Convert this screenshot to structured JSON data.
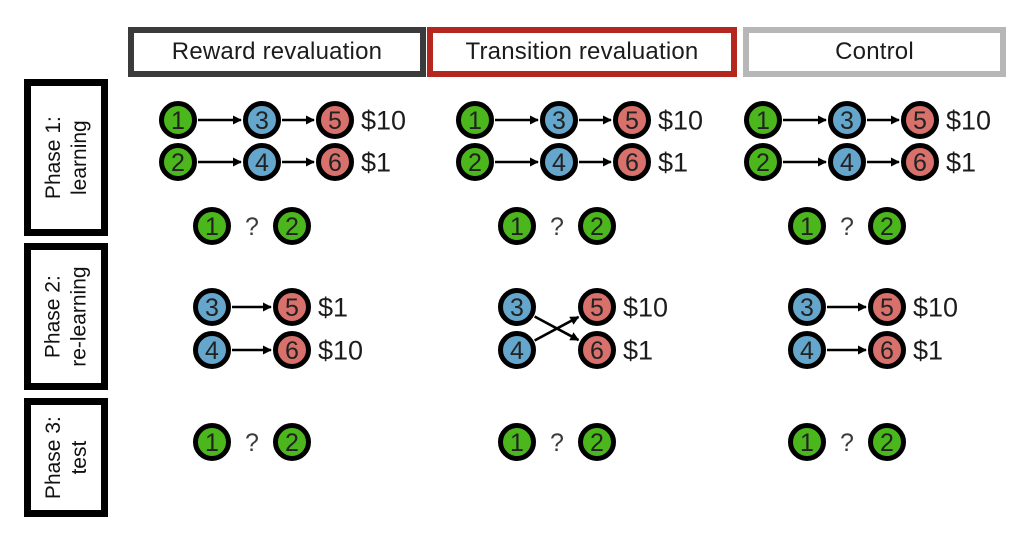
{
  "colors": {
    "green": "#4bb71d",
    "blue": "#64a6cc",
    "red": "#d8706c",
    "node_outline": "#000000",
    "arrow": "#000000",
    "text": "#1c1c1c",
    "header_dark": "#3b3b3b",
    "header_red": "#b3271e",
    "header_gray": "#b7b7b7"
  },
  "rows": [
    {
      "label_line1": "Phase 1:",
      "label_line2": "learning"
    },
    {
      "label_line1": "Phase 2:",
      "label_line2": "re-learning"
    },
    {
      "label_line1": "Phase 3:",
      "label_line2": "test"
    }
  ],
  "columns": [
    {
      "label": "Reward revaluation",
      "border_color": "#3b3b3b",
      "phase1": {
        "chains": [
          {
            "nodes": [
              {
                "id": "1",
                "color": "green"
              },
              {
                "id": "3",
                "color": "blue"
              },
              {
                "id": "5",
                "color": "red"
              }
            ],
            "reward": "$10"
          },
          {
            "nodes": [
              {
                "id": "2",
                "color": "green"
              },
              {
                "id": "4",
                "color": "blue"
              },
              {
                "id": "6",
                "color": "red"
              }
            ],
            "reward": "$1"
          }
        ],
        "question": {
          "left": {
            "id": "1",
            "color": "green"
          },
          "mark": "?",
          "right": {
            "id": "2",
            "color": "green"
          }
        }
      },
      "phase2": {
        "left_nodes": [
          {
            "id": "3",
            "color": "blue"
          },
          {
            "id": "4",
            "color": "blue"
          }
        ],
        "right_nodes": [
          {
            "id": "5",
            "color": "red",
            "reward": "$1"
          },
          {
            "id": "6",
            "color": "red",
            "reward": "$10"
          }
        ],
        "edges": [
          [
            "3",
            "5"
          ],
          [
            "4",
            "6"
          ]
        ]
      },
      "phase3": {
        "question": {
          "left": {
            "id": "1",
            "color": "green"
          },
          "mark": "?",
          "right": {
            "id": "2",
            "color": "green"
          }
        }
      }
    },
    {
      "label": "Transition revaluation",
      "border_color": "#b3271e",
      "phase1": {
        "chains": [
          {
            "nodes": [
              {
                "id": "1",
                "color": "green"
              },
              {
                "id": "3",
                "color": "blue"
              },
              {
                "id": "5",
                "color": "red"
              }
            ],
            "reward": "$10"
          },
          {
            "nodes": [
              {
                "id": "2",
                "color": "green"
              },
              {
                "id": "4",
                "color": "blue"
              },
              {
                "id": "6",
                "color": "red"
              }
            ],
            "reward": "$1"
          }
        ],
        "question": {
          "left": {
            "id": "1",
            "color": "green"
          },
          "mark": "?",
          "right": {
            "id": "2",
            "color": "green"
          }
        }
      },
      "phase2": {
        "left_nodes": [
          {
            "id": "3",
            "color": "blue"
          },
          {
            "id": "4",
            "color": "blue"
          }
        ],
        "right_nodes": [
          {
            "id": "5",
            "color": "red",
            "reward": "$10"
          },
          {
            "id": "6",
            "color": "red",
            "reward": "$1"
          }
        ],
        "edges": [
          [
            "3",
            "6"
          ],
          [
            "4",
            "5"
          ]
        ]
      },
      "phase3": {
        "question": {
          "left": {
            "id": "1",
            "color": "green"
          },
          "mark": "?",
          "right": {
            "id": "2",
            "color": "green"
          }
        }
      }
    },
    {
      "label": "Control",
      "border_color": "#b7b7b7",
      "phase1": {
        "chains": [
          {
            "nodes": [
              {
                "id": "1",
                "color": "green"
              },
              {
                "id": "3",
                "color": "blue"
              },
              {
                "id": "5",
                "color": "red"
              }
            ],
            "reward": "$10"
          },
          {
            "nodes": [
              {
                "id": "2",
                "color": "green"
              },
              {
                "id": "4",
                "color": "blue"
              },
              {
                "id": "6",
                "color": "red"
              }
            ],
            "reward": "$1"
          }
        ],
        "question": {
          "left": {
            "id": "1",
            "color": "green"
          },
          "mark": "?",
          "right": {
            "id": "2",
            "color": "green"
          }
        }
      },
      "phase2": {
        "left_nodes": [
          {
            "id": "3",
            "color": "blue"
          },
          {
            "id": "4",
            "color": "blue"
          }
        ],
        "right_nodes": [
          {
            "id": "5",
            "color": "red",
            "reward": "$10"
          },
          {
            "id": "6",
            "color": "red",
            "reward": "$1"
          }
        ],
        "edges": [
          [
            "3",
            "5"
          ],
          [
            "4",
            "6"
          ]
        ]
      },
      "phase3": {
        "question": {
          "left": {
            "id": "1",
            "color": "green"
          },
          "mark": "?",
          "right": {
            "id": "2",
            "color": "green"
          }
        }
      }
    }
  ]
}
